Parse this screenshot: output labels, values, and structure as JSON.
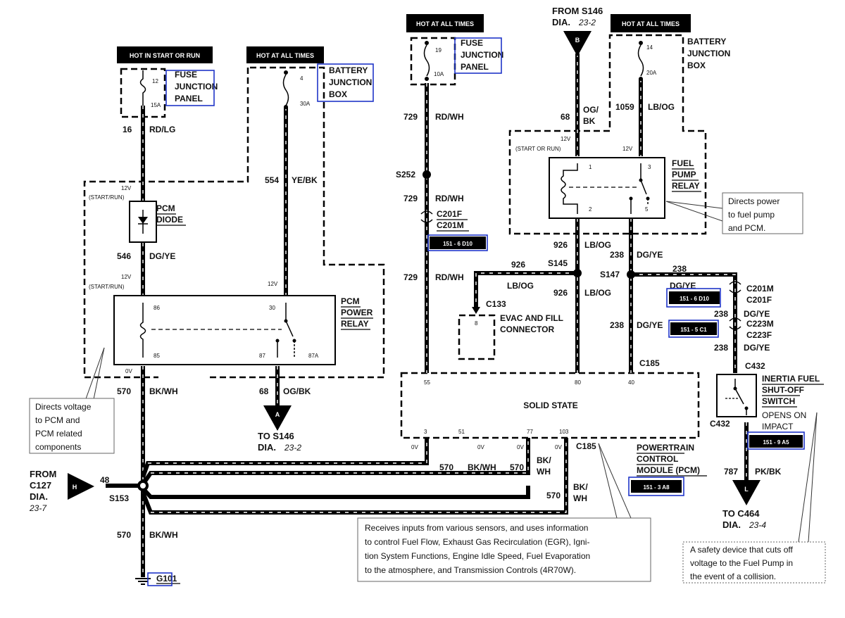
{
  "headers": {
    "hot_start_run": "HOT IN START OR RUN",
    "hot_all_1": "HOT AT ALL TIMES",
    "hot_all_2": "HOT AT ALL TIMES",
    "hot_all_3": "HOT AT ALL TIMES"
  },
  "fuse_left": {
    "num": "12",
    "amp": "15A",
    "l1": "FUSE",
    "l2": "JUNCTION",
    "l3": "PANEL"
  },
  "batt_left": {
    "num": "4",
    "amp": "30A",
    "l1": "BATTERY",
    "l2": "JUNCTION",
    "l3": "BOX"
  },
  "fuse_mid": {
    "num": "19",
    "amp": "10A",
    "l1": "FUSE",
    "l2": "JUNCTION",
    "l3": "PANEL"
  },
  "from_s146": {
    "l1": "FROM S146",
    "dia": "DIA.",
    "page": "23-2",
    "letter": "B"
  },
  "batt_right": {
    "num": "14",
    "amp": "20A",
    "l1": "BATTERY",
    "l2": "JUNCTION",
    "l3": "BOX"
  },
  "wires": {
    "w16": "16",
    "w16c": "RD/LG",
    "w554": "554",
    "w554c": "YE/BK",
    "w546": "546",
    "w546c": "DG/YE",
    "w570a": "570",
    "w570ac": "BK/WH",
    "w68": "68",
    "w68c": "OG/BK",
    "w729a": "729",
    "w729ac": "RD/WH",
    "w729b": "729",
    "w729bc": "RD/WH",
    "w729c": "729",
    "w729cc": "RD/WH",
    "w68b": "68",
    "w68bc1": "OG/",
    "w68bc2": "BK",
    "w1059": "1059",
    "w1059c": "LB/OG",
    "w926a": "926",
    "w926ac": "LB/OG",
    "w926b": "926",
    "w926bc": "LB/OG",
    "w926c": "926",
    "w926cc": "LB/OG",
    "w238a": "238",
    "w238ac": "DG/YE",
    "w238b": "238",
    "w238bc": "DG/YE",
    "w238c": "238",
    "w238cc": "DG/YE",
    "w238d": "238",
    "w238dc": "DG/YE",
    "w238e": "238",
    "w238ec": "DG/YE",
    "w48": "48",
    "w570b": "570",
    "w570bc": "BK/WH",
    "w570c": "570",
    "w570cc1": "BK/",
    "w570cc2": "WH",
    "w570d": "570",
    "w570dc1": "BK/",
    "w570dc2": "WH",
    "w570e": "570",
    "w570ec": "BK/WH",
    "w787": "787",
    "w787c": "PK/BK"
  },
  "splices": {
    "s252": "S252",
    "s145": "S145",
    "s147": "S147",
    "s153": "S153"
  },
  "connectors": {
    "c201f": "C201F",
    "c201m": "C201M",
    "c133": "C133",
    "c185a": "C185",
    "c185b": "C185",
    "c201m_r": "C201M",
    "c201f_r": "C201F",
    "c223m": "C223M",
    "c223f": "C223F",
    "c432a": "C432",
    "c432b": "C432"
  },
  "refs": {
    "r1": "151 - 6  D10",
    "r2": "151 - 6  D10",
    "r3": "151 - 5  C1",
    "r4": "151 - 9  A5",
    "r5": "151 - 3  A8"
  },
  "pcm_diode": {
    "l1": "PCM",
    "l2": "DIODE",
    "v_top": "12V",
    "s_top": "(START/RUN)",
    "v_bot": "12V",
    "s_bot": "(START/RUN)"
  },
  "pcm_relay": {
    "l1": "PCM",
    "l2": "POWER",
    "l3": "RELAY",
    "p86": "86",
    "p85": "85",
    "p30": "30",
    "p87": "87",
    "p87a": "87A",
    "v12": "12V",
    "v0": "0V"
  },
  "fuel_relay": {
    "l1": "FUEL",
    "l2": "PUMP",
    "l3": "RELAY",
    "p1": "1",
    "p2": "2",
    "p3": "3",
    "p5": "5",
    "v12a": "12V",
    "v12a_s": "(START OR RUN)",
    "v12b": "12V"
  },
  "evac": {
    "l1": "EVAC AND FILL",
    "l2": "CONNECTOR",
    "pin": "8"
  },
  "pcm": {
    "title": "SOLID STATE",
    "p55": "55",
    "p80": "80",
    "p40": "40",
    "p3": "3",
    "p51": "51",
    "p77": "77",
    "p103": "103",
    "v0a": "0V",
    "v0b": "0V",
    "v0c": "0V",
    "v0d": "0V",
    "name1": "POWERTRAIN",
    "name2": "CONTROL",
    "name3": "MODULE (PCM)"
  },
  "inertia": {
    "l1": "INERTIA FUEL",
    "l2": "SHUT-OFF",
    "l3": "SWITCH",
    "l4": "OPENS ON",
    "l5": "IMPACT"
  },
  "to_s146": {
    "letter": "A",
    "l1": "TO S146",
    "dia": "DIA.",
    "page": "23-2"
  },
  "to_c464": {
    "letter": "L",
    "l1": "TO C464",
    "dia": "DIA.",
    "page": "23-4"
  },
  "from_c127": {
    "letter": "H",
    "l1": "FROM",
    "l2": "C127",
    "l3": "DIA.",
    "page": "23-7"
  },
  "ground": "G101",
  "callouts": {
    "c1": [
      "Directs voltage",
      "to PCM and",
      "PCM related",
      "components"
    ],
    "c2": [
      "Directs power",
      "to fuel pump",
      "and PCM."
    ],
    "c3": [
      "Receives inputs from various sensors, and uses information",
      "to control Fuel Flow, Exhaust Gas Recirculation (EGR), Igni-",
      "tion System Functions, Engine Idle Speed, Fuel Evaporation",
      "to the atmosphere, and Transmission Controls (4R70W)."
    ],
    "c4": [
      "A safety device that cuts off",
      "voltage to the Fuel Pump in",
      "the event of a collision."
    ]
  }
}
